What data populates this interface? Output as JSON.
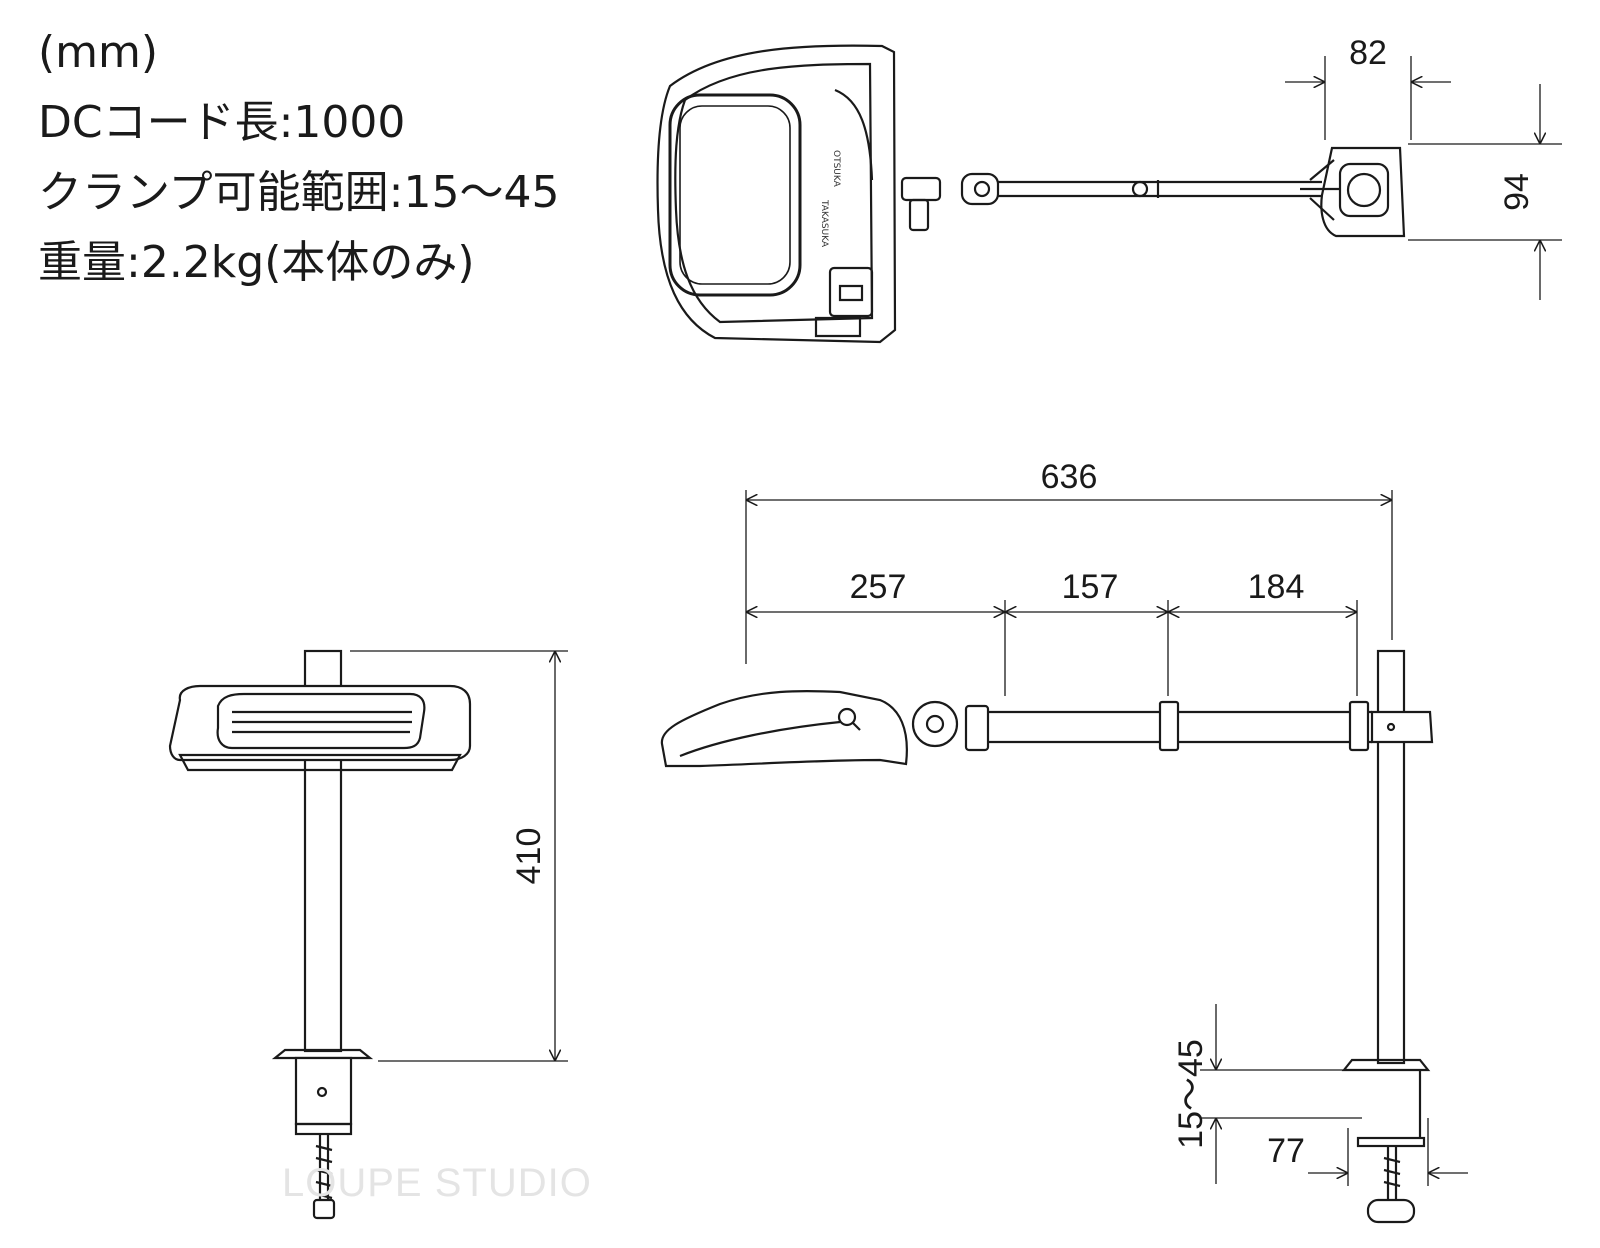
{
  "specs": {
    "unit": "(mm)",
    "cord_length": "DCコード長:1000",
    "clamp_range": "クランプ可能範囲:15～45",
    "weight": "重量:2.2kg(本体のみ)"
  },
  "dimensions": {
    "top_clamp_width": "82",
    "top_clamp_depth": "94",
    "total_reach": "636",
    "head_segment": "257",
    "middle_segment": "157",
    "arm_segment": "184",
    "height": "410",
    "clamp_opening": "15～45",
    "clamp_depth": "77"
  },
  "brand": "OTSUKA",
  "watermark": "LOUPE STUDIO",
  "colors": {
    "line": "#1a1a1a",
    "fill": "#ffffff",
    "watermark": "#e4e4e4"
  }
}
